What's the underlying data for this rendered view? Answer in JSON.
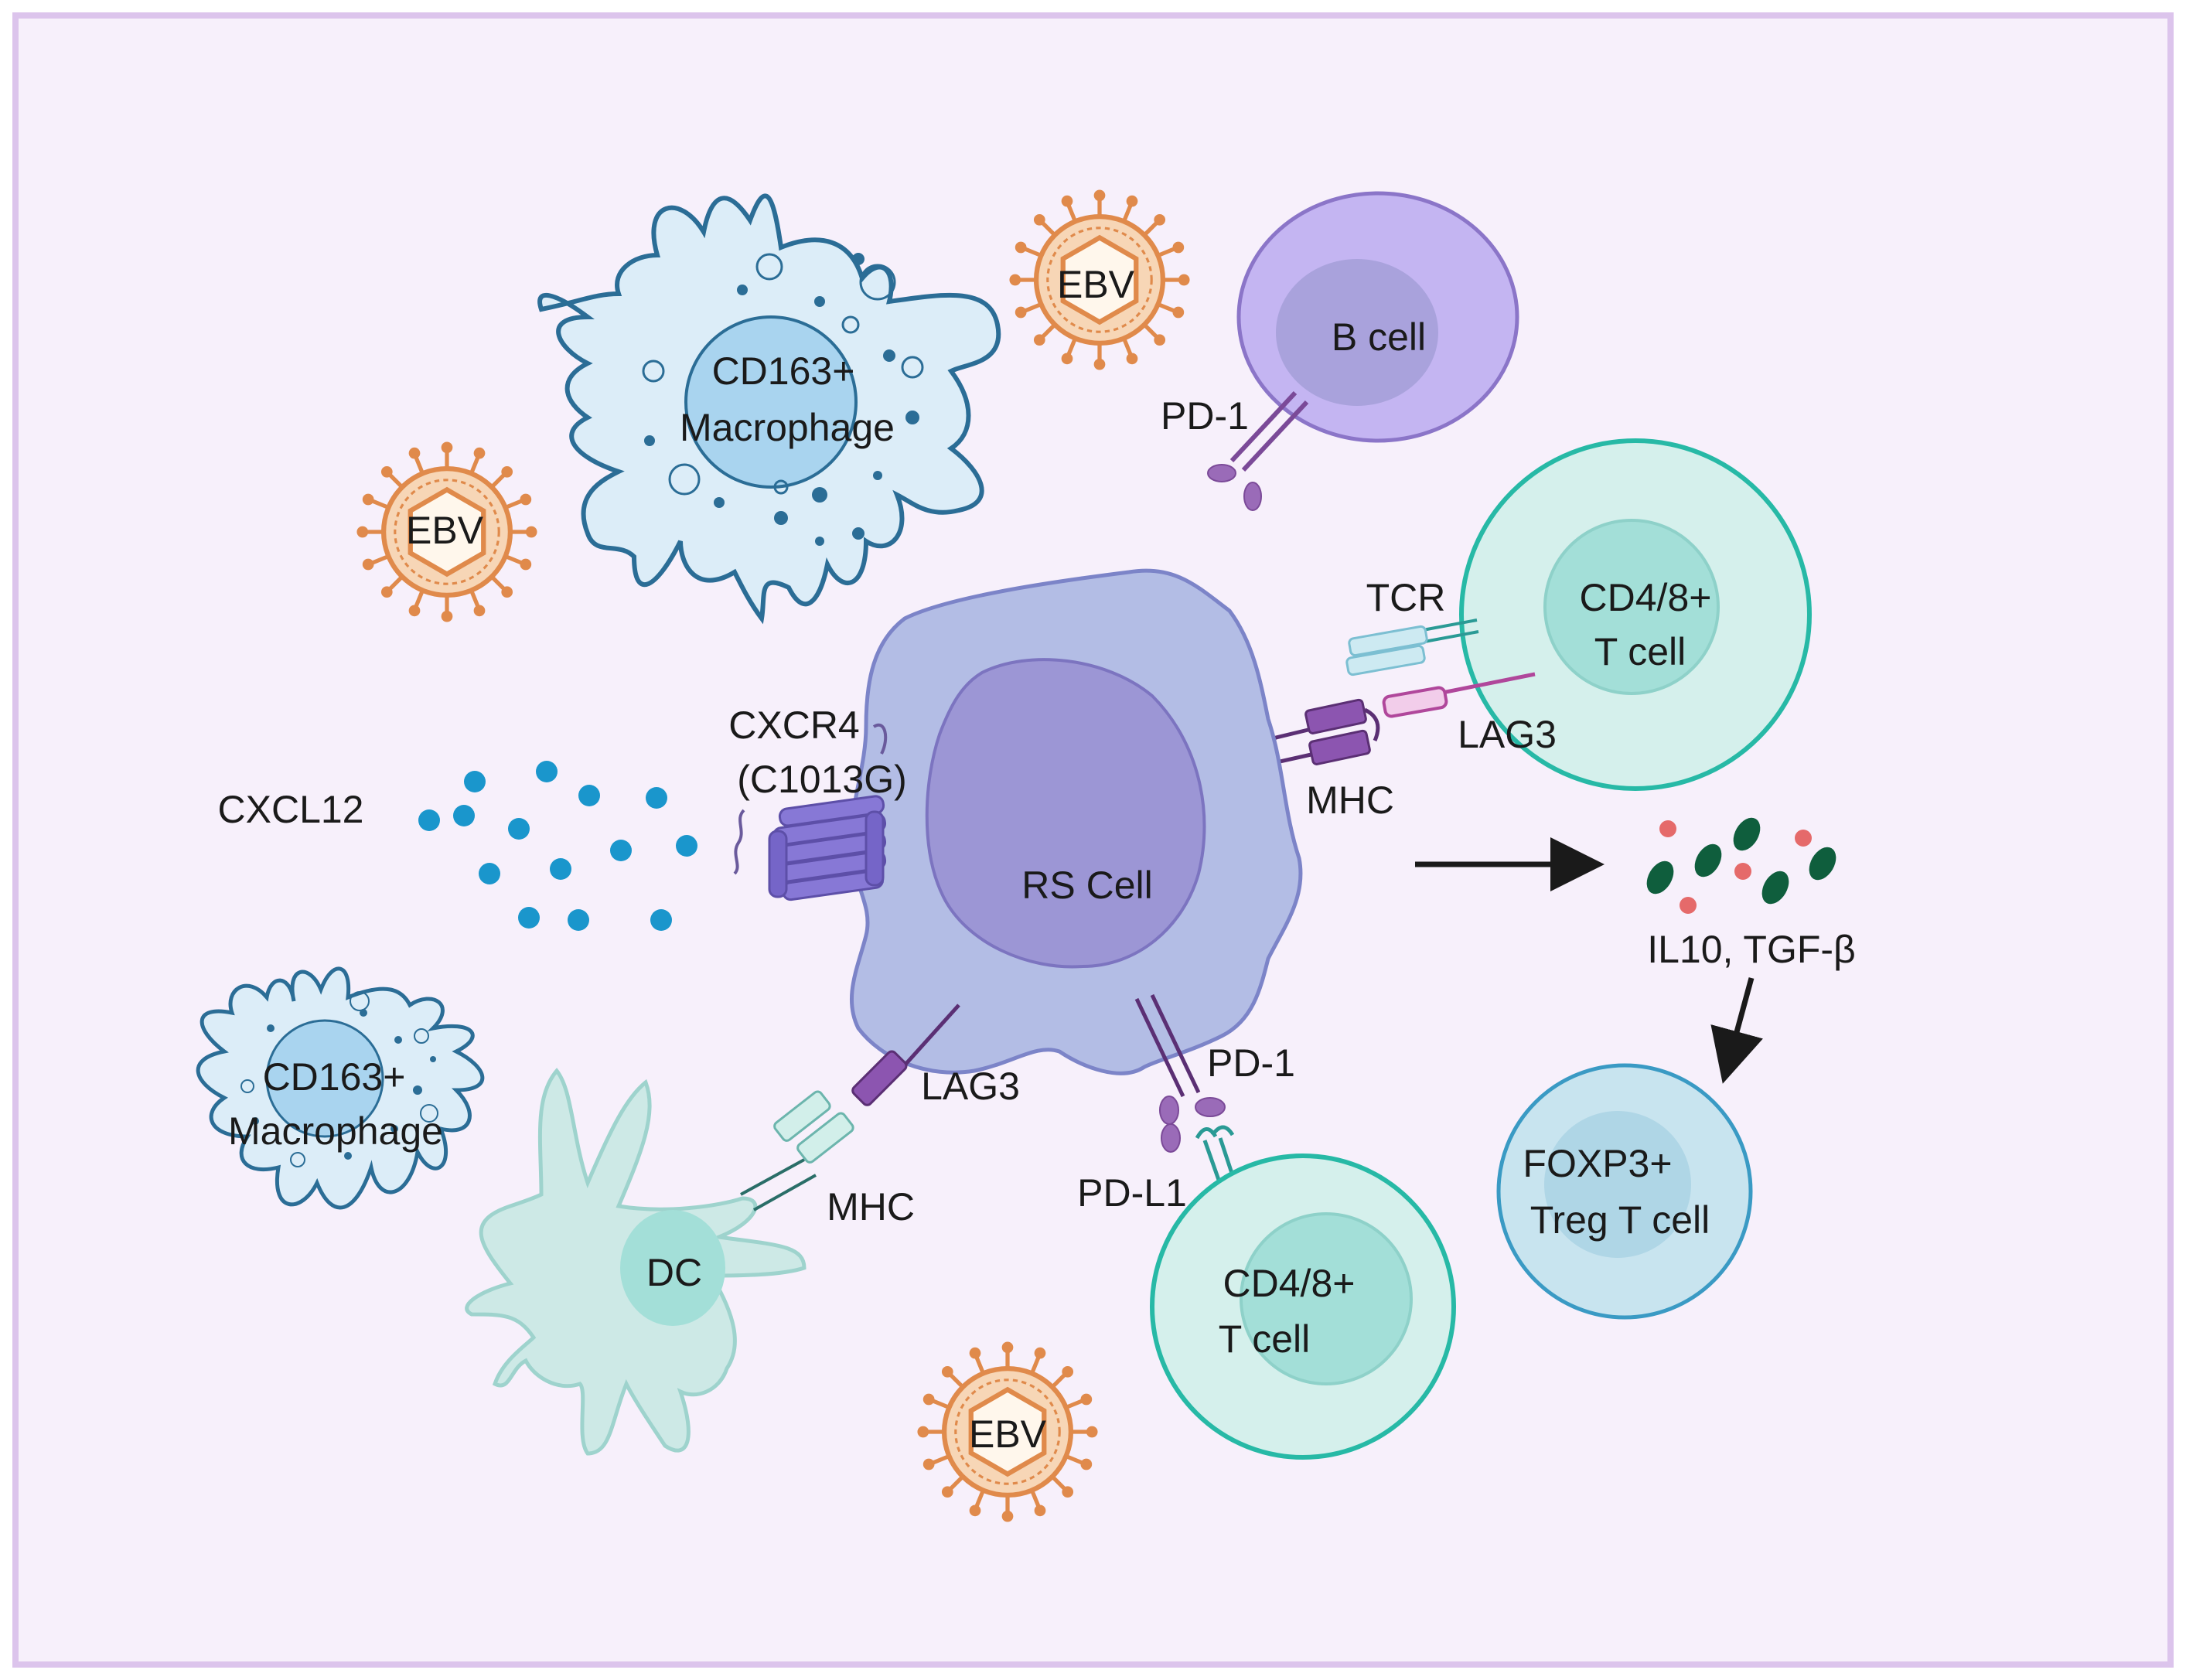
{
  "colors": {
    "panel_bg": "#f7f0fb",
    "panel_border": "#dcc4ec",
    "rs_cell": "#b3bde5",
    "rs_nucleus": "#9c96d5",
    "macrophage": "#dcedf8",
    "macrophage_outline": "#2b6d96",
    "b_cell": "#c4b5f2",
    "t_cell": "#d5f0ec",
    "t_cell_outline": "#27b9a6",
    "dc": "#cbe9e5",
    "treg": "#c8e4ef",
    "ebv": "#e08a4b",
    "cxcl12_dot": "#1a96cc",
    "receptor_purple": "#7b4a98",
    "receptor_teal": "#2a9a95"
  },
  "labels": {
    "macrophage_top": [
      "CD163+",
      "Macrophage"
    ],
    "macrophage_bottom": [
      "CD163+",
      "Macrophage"
    ],
    "b_cell": "B cell",
    "pd1_b_cell": "PD-1",
    "ebv_top": "EBV",
    "ebv_left": "EBV",
    "ebv_bottom": "EBV",
    "tcr": "TCR",
    "t_cell_top": [
      "CD4/8+",
      "T cell"
    ],
    "lag3_right": "LAG3",
    "mhc_right": "MHC",
    "cxcr4": [
      "CXCR4",
      "(C1013G)"
    ],
    "cxcl12": "CXCL12",
    "rs_cell": "RS Cell",
    "lag3_bottom": "LAG3",
    "mhc_bottom": "MHC",
    "dc": "DC",
    "pd1_bottom": "PD-1",
    "pdl1": "PD-L1",
    "t_cell_bottom": [
      "CD4/8+",
      "T cell"
    ],
    "cytokines": "IL10, TGF-β",
    "treg": [
      "FOXP3+",
      "Treg T cell"
    ]
  }
}
